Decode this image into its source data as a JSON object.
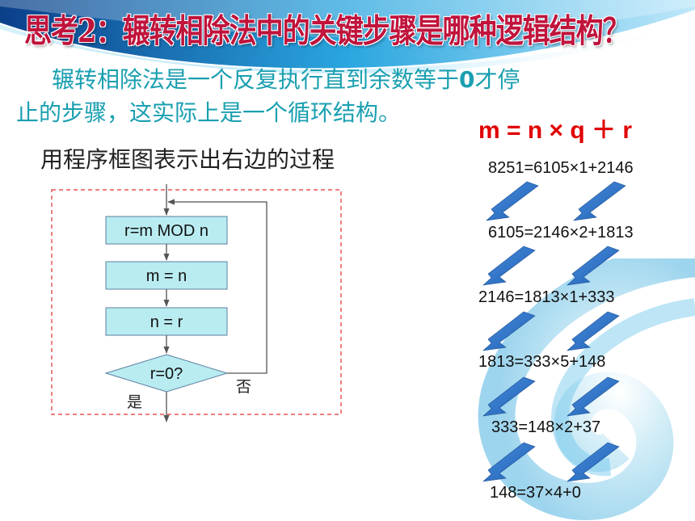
{
  "title": "思考2：辗转相除法中的关键步骤是哪种逻辑结构？",
  "intro": {
    "line1_before": "辗转相除法是一个反复执行直到余数等于",
    "line1_zero": "0",
    "line1_after": "才停",
    "line2": "止的步骤，这实际上是一个循环结构。"
  },
  "formula": "m = n × q ＋ r",
  "subtitle": "用程序框图表示出右边的过程",
  "flowchart": {
    "box1": "r=m MOD n",
    "box2": "m = n",
    "box3": "n = r",
    "decision": "r=0?",
    "no_label": "否",
    "yes_label": "是"
  },
  "steps": [
    "8251=6105×1+2146",
    "6105=2146×2+1813",
    "2146=1813×1+333",
    "1813=333×5+148",
    "333=148×2+37",
    "148=37×4+0"
  ],
  "colors": {
    "title": "#c0143c",
    "intro_text": "#1a9fb0",
    "formula": "#e00000",
    "box_fill": "#b9ecf1",
    "box_stroke": "#5a7fa0",
    "arrow": "#2f78c8",
    "dashed_frame": "#e03030"
  }
}
